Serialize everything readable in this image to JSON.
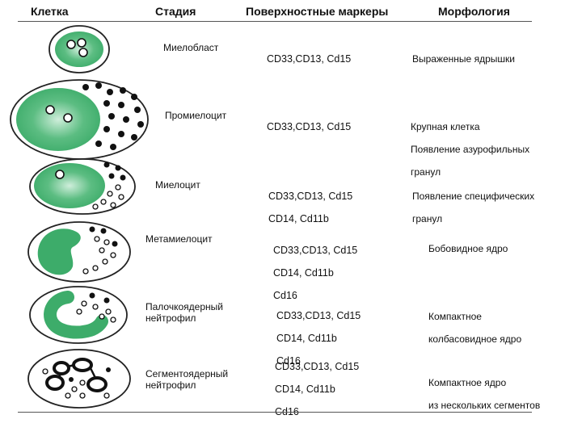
{
  "header": {
    "cell": "Клетка",
    "stage": "Стадия",
    "markers": "Поверхностные маркеры",
    "morphology": "Морфология"
  },
  "colors": {
    "nucleus": "#3dac6a",
    "nucleus_light": "#cfeedb",
    "granule": "#111111",
    "outline": "#222222"
  },
  "rows": [
    {
      "stage": "Миелобласт",
      "markers": [
        "CD33,CD13, Cd15"
      ],
      "morphology": [
        "Выраженные ядрышки"
      ]
    },
    {
      "stage": "Промиелоцит",
      "markers": [
        "CD33,CD13, Cd15"
      ],
      "morphology": [
        "Крупная клетка",
        "Появление азурофильных",
        "гранул"
      ]
    },
    {
      "stage": "Миелоцит",
      "markers": [
        "CD33,CD13, Cd15",
        "CD14, Cd11b"
      ],
      "morphology": [
        "Появление специфических",
        "гранул"
      ]
    },
    {
      "stage": "Метамиелоцит",
      "markers": [
        "CD33,CD13, Cd15",
        "CD14, Cd11b",
        "Cd16"
      ],
      "morphology": [
        "Бобовидное ядро"
      ]
    },
    {
      "stage": "Палочкоядерный\nнейтрофил",
      "markers": [
        "CD33,CD13, Cd15",
        "CD14, Cd11b",
        "Cd16"
      ],
      "morphology": [
        "Компактное",
        "колбасовидное ядро"
      ]
    },
    {
      "stage": "Сегментоядерный\nнейтрофил",
      "markers": [
        "CD33,CD13, Cd15",
        "CD14, Cd11b",
        "Cd16"
      ],
      "morphology": [
        "Компактное ядро",
        "из нескольких сегментов"
      ]
    }
  ]
}
